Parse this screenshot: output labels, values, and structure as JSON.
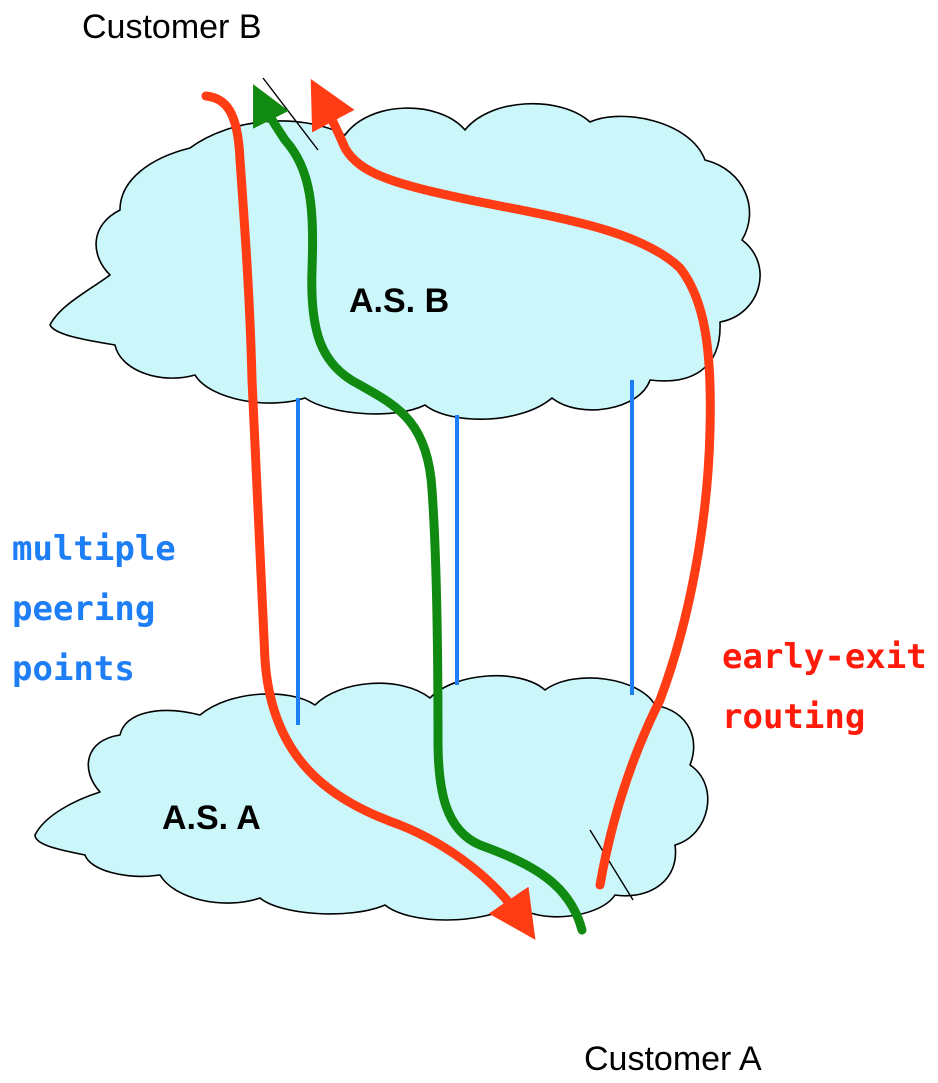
{
  "labels": {
    "customer_b": "Customer B",
    "customer_a": "Customer A",
    "as_b": "A.S. B",
    "as_a": "A.S. A",
    "multiple_peering": [
      "multiple",
      "peering",
      "points"
    ],
    "early_exit": [
      "early-exit",
      "routing"
    ]
  },
  "colors": {
    "cloud_fill": "#cbf7fb",
    "peering_link": "#1e7ef5",
    "red_route": "#ff3c14",
    "green_route": "#118a11",
    "note_blue": "#1e7ef5",
    "note_red": "#ff1a0a"
  },
  "peering_link_count": 3
}
